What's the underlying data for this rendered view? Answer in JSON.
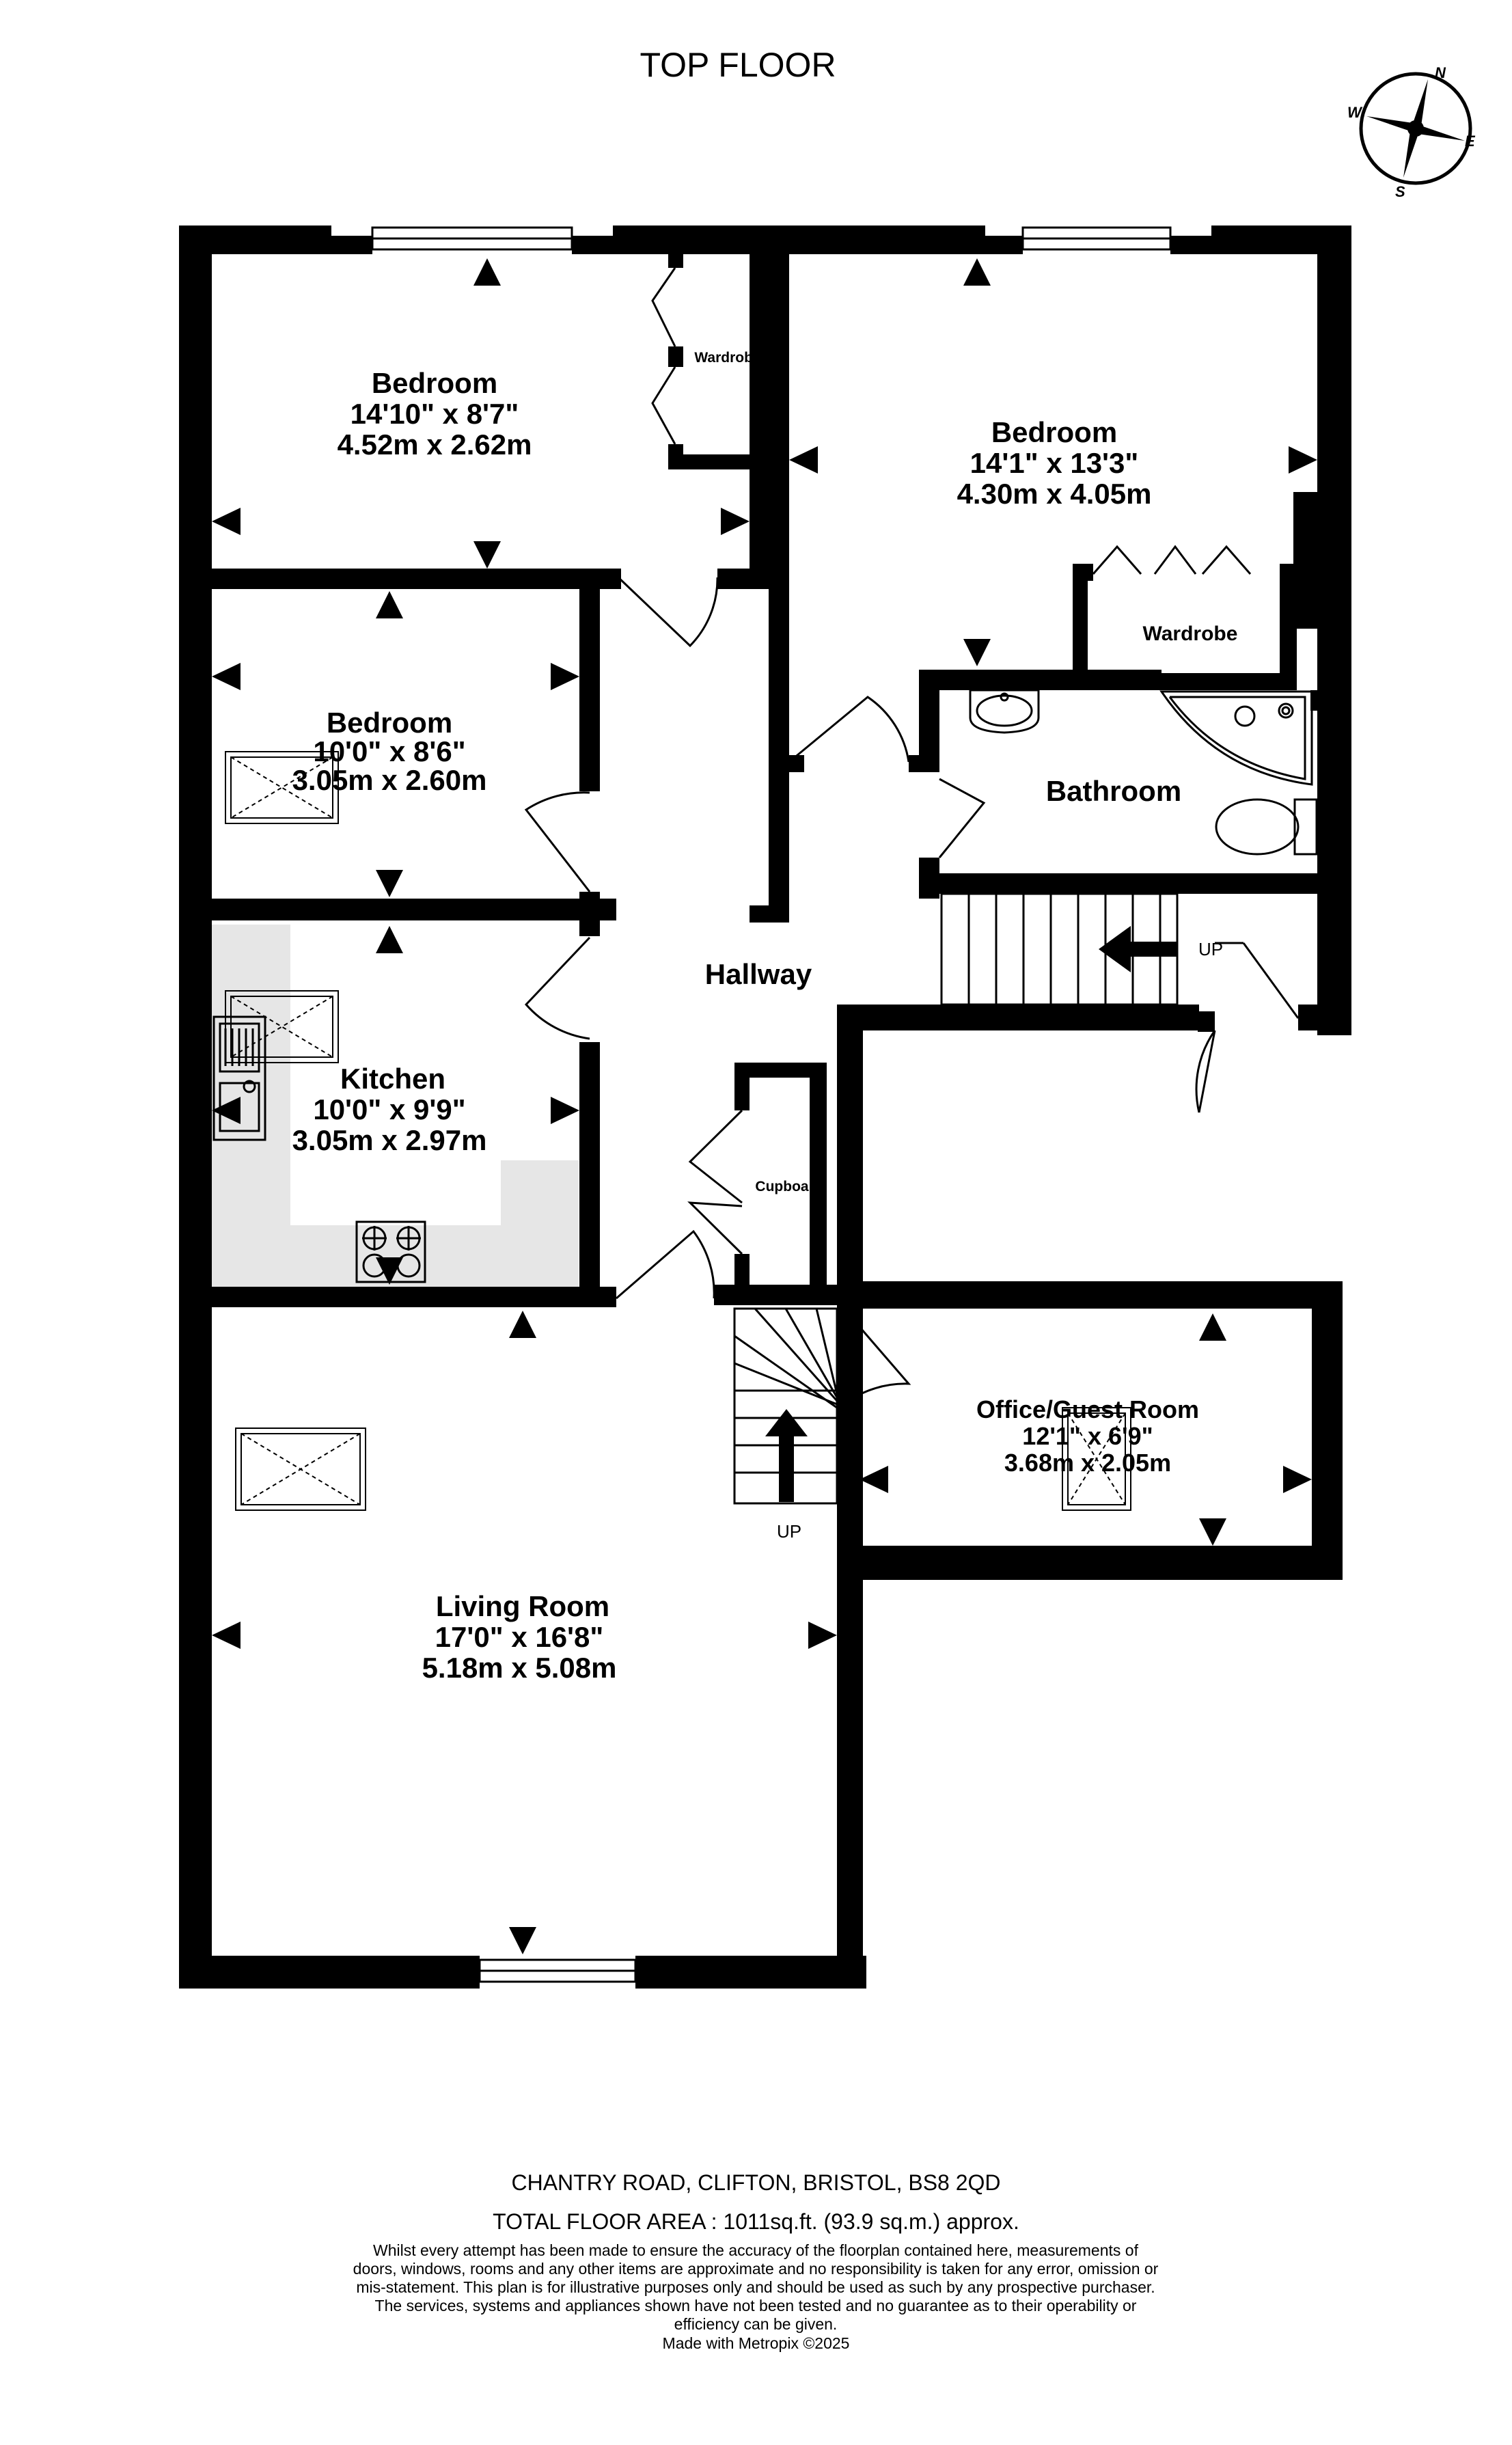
{
  "header": {
    "title": "TOP FLOOR",
    "compass": [
      "N",
      "E",
      "S",
      "W"
    ]
  },
  "rooms": {
    "bedroom1": {
      "name": "Bedroom",
      "imperial": "14'10\"  x 8'7\"",
      "metric": "4.52m  x 2.62m"
    },
    "bedroom2": {
      "name": "Bedroom",
      "imperial": "14'1\"  x 13'3\"",
      "metric": "4.30m  x 4.05m"
    },
    "bedroom3": {
      "name": "Bedroom",
      "imperial": "10'0\"  x 8'6\"",
      "metric": "3.05m  x 2.60m"
    },
    "kitchen": {
      "name": "Kitchen",
      "imperial": "10'0\"  x 9'9\"",
      "metric": "3.05m  x 2.97m"
    },
    "living": {
      "name": "Living Room",
      "imperial": "17'0\"  x 16'8\"",
      "metric": "5.18m  x 5.08m"
    },
    "office": {
      "name": "Office/Guest Room",
      "imperial": "12'1\"  x 6'9\"",
      "metric": "3.68m  x 2.05m"
    },
    "bathroom": {
      "name": "Bathroom"
    },
    "hallway": {
      "name": "Hallway"
    }
  },
  "fixtures": {
    "wardrobe_small": "Wardrobe",
    "wardrobe_large": "Wardrobe",
    "cupboard": "Cupboard",
    "stairs_up_1": "UP",
    "stairs_up_2": "UP"
  },
  "footer": {
    "address": "CHANTRY ROAD, CLIFTON, BRISTOL, BS8 2QD",
    "total_area": "TOTAL FLOOR AREA : 1011sq.ft. (93.9 sq.m.) approx.",
    "disclaimer": "Whilst every attempt has been made to ensure the accuracy of the floorplan contained here, measurements of doors, windows, rooms and any other items are approximate and no responsibility is taken for any error, omission or mis-statement. This plan is for illustrative purposes only and should be used as such by any prospective purchaser. The services, systems and appliances shown have not been tested and no guarantee as to their operability or efficiency can be given.",
    "made_with": "Made with Metropix ©2025"
  },
  "colors": {
    "wall": "#000000",
    "kitchen_counter": "#e6e6e6",
    "background": "#ffffff"
  }
}
